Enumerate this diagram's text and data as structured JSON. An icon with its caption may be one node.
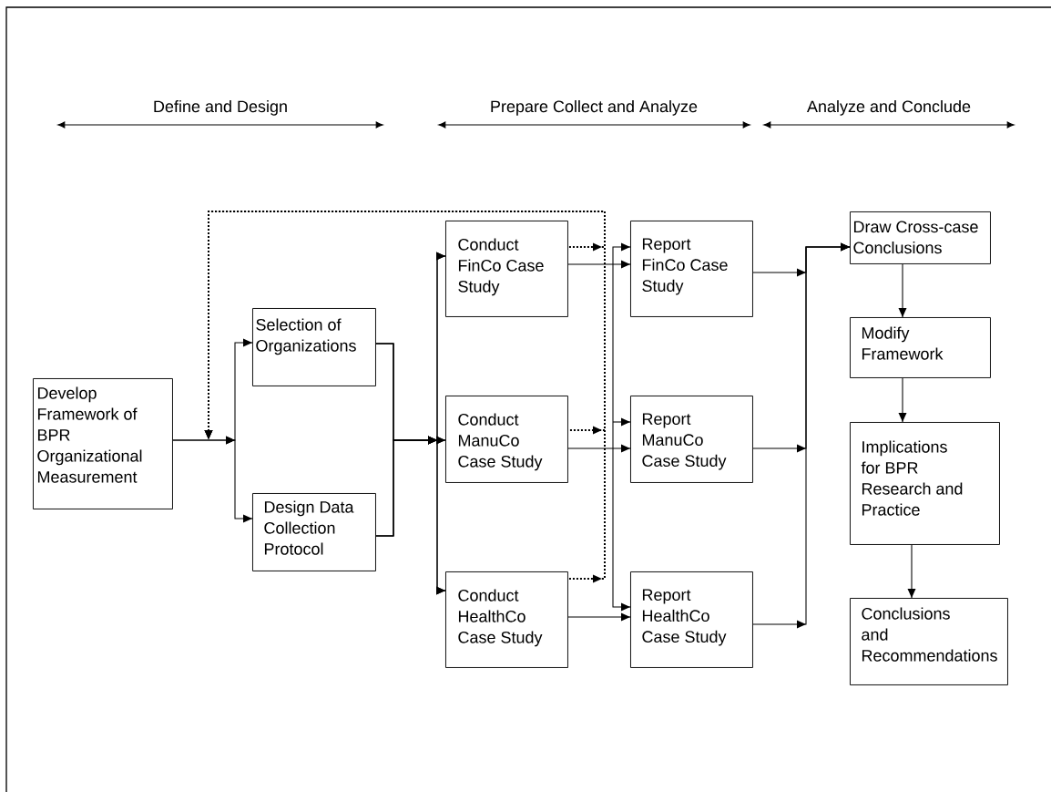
{
  "diagram": {
    "nodes": [
      {
        "text": [
          "Develop Framework of BPR Organizational Measurement"
        ]
      },
      {
        "text": [
          "Selection of Organizations"
        ]
      },
      {
        "text": [
          "Design Data Collection Protocol"
        ]
      },
      {
        "text": [
          "Conduct FinCo Case Study"
        ]
      },
      {
        "text": [
          "Conduct ManuCo Case Study"
        ]
      },
      {
        "text": [
          "Conduct HealthCo Case Study"
        ]
      },
      {
        "text": [
          "Report FinCo Case Study"
        ]
      },
      {
        "text": [
          "Report ManuCo Case Study"
        ]
      },
      {
        "text": [
          "Report HealthCo Case Study"
        ]
      },
      {
        "text": [
          "Draw Cross-case Conclusions"
        ]
      },
      {
        "text": [
          "Modify Framework"
        ]
      },
      {
        "text": [
          "Implications for BPR Research and Practice"
        ]
      },
      {
        "text": [
          "Conclusions and Recommendations"
        ]
      }
    ],
    "edges": [
      {
        "from": 0,
        "to": 1,
        "arrow": "to"
      },
      {
        "from": 0,
        "to": 2,
        "arrow": "to"
      },
      {
        "from": 1,
        "to": 3,
        "arrow": "to"
      },
      {
        "from": 1,
        "to": 4,
        "arrow": "to"
      },
      {
        "from": 1,
        "to": 5,
        "arrow": "to"
      },
      {
        "from": 2,
        "to": 3,
        "arrow": "to"
      },
      {
        "from": 2,
        "to": 4,
        "arrow": "to"
      },
      {
        "from": 2,
        "to": 5,
        "arrow": "to"
      },
      {
        "from": 3,
        "to": 6,
        "arrow": "to"
      },
      {
        "from": 4,
        "to": 7,
        "arrow": "to"
      },
      {
        "from": 5,
        "to": 8,
        "arrow": "to"
      },
      {
        "from": null,
        "to": 6,
        "arrow": "to"
      },
      {
        "from": null,
        "to": 7,
        "arrow": "to"
      },
      {
        "from": null,
        "to": 8,
        "arrow": "to"
      },
      {
        "from": 6,
        "to": 9,
        "arrow": "to"
      },
      {
        "from": 7,
        "to": 9,
        "arrow": "to"
      },
      {
        "from": 8,
        "to": 9,
        "arrow": "to"
      },
      {
        "from": 9,
        "to": 10,
        "arrow": "to"
      },
      {
        "from": 10,
        "to": 11,
        "arrow": "to"
      },
      {
        "from": 11,
        "to": 12,
        "arrow": "to"
      },
      {
        "from": 3,
        "to": null,
        "arrow": "to",
        "style": "dashed"
      },
      {
        "from": 4,
        "to": null,
        "arrow": "to",
        "style": "dashed"
      },
      {
        "from": 5,
        "to": null,
        "arrow": "to",
        "style": "dashed"
      }
    ],
    "labels": [
      "Define and Design",
      "Prepare Collect and Analyze",
      "Analyze and Conclude"
    ]
  }
}
